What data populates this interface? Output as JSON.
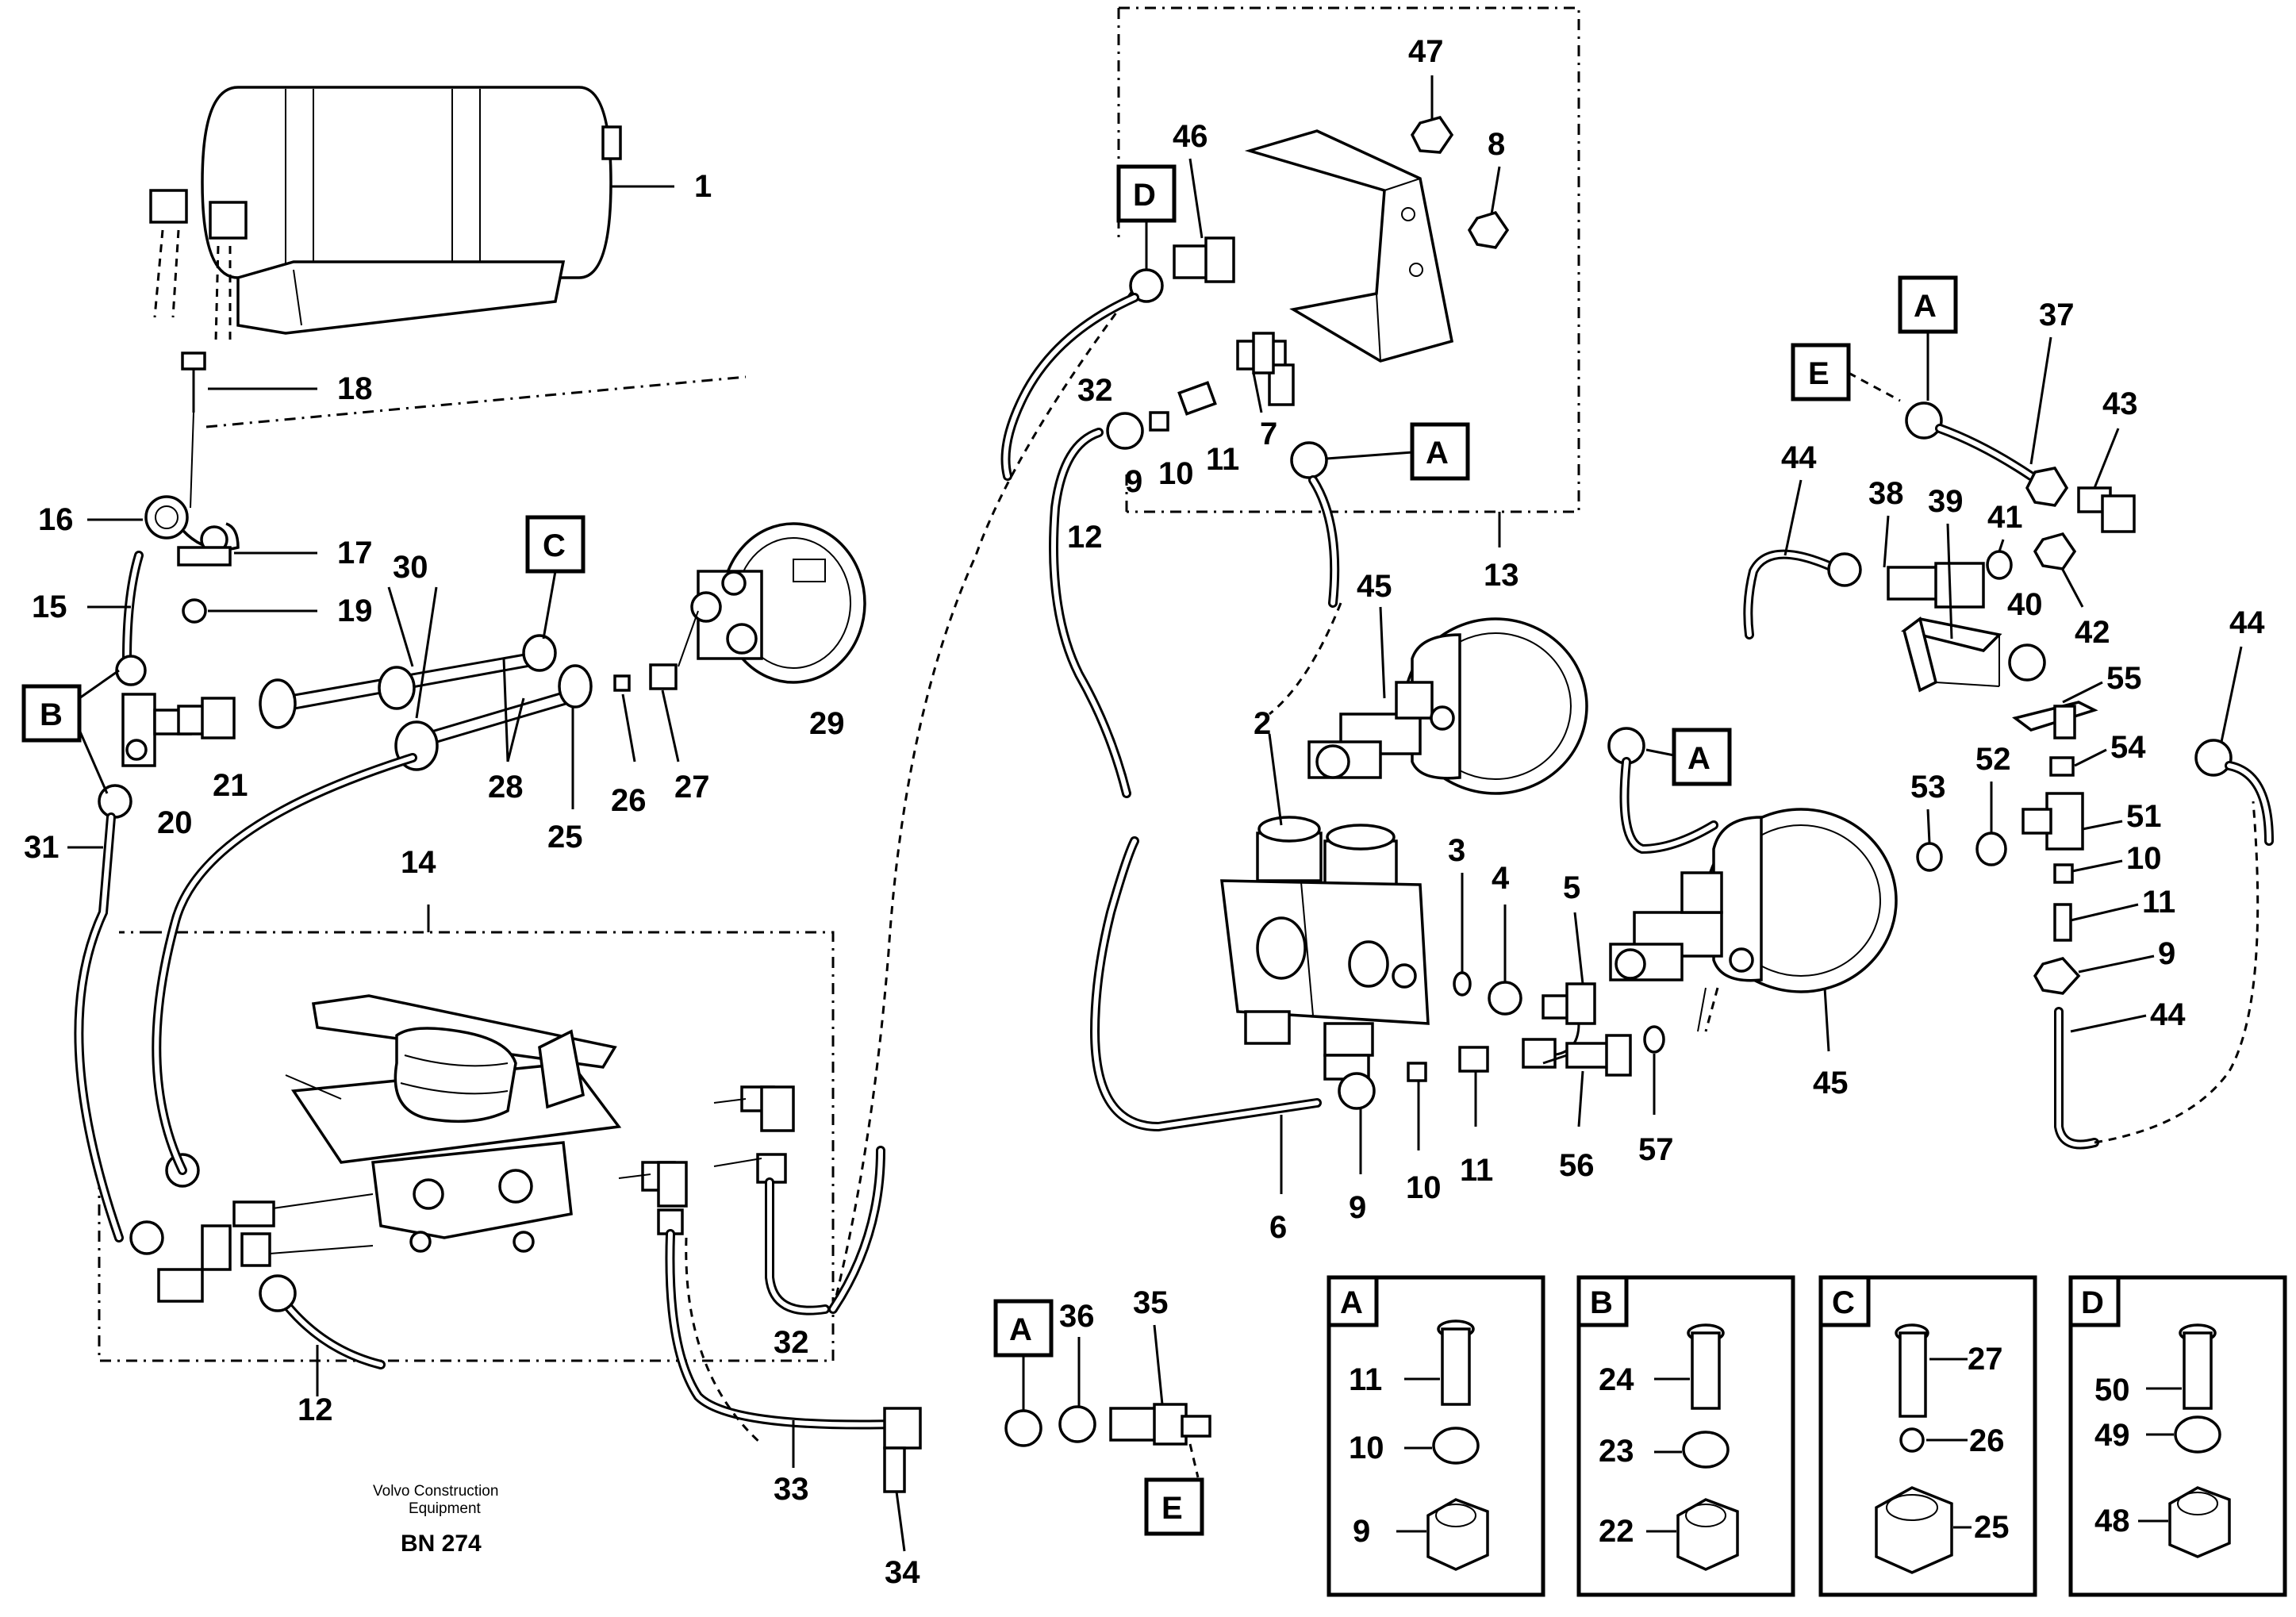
{
  "credit": {
    "line1": "Volvo Construction",
    "line2": "Equipment",
    "code": "BN 274"
  },
  "part_numbers": {
    "n1": "1",
    "n2": "2",
    "n3": "3",
    "n4": "4",
    "n5": "5",
    "n6": "6",
    "n7": "7",
    "n8": "8",
    "n9a": "9",
    "n9b": "9",
    "n9c": "9",
    "n10a": "10",
    "n10b": "10",
    "n10c": "10",
    "n11a": "11",
    "n11b": "11",
    "n11c": "11",
    "n12a": "12",
    "n12b": "12",
    "n13": "13",
    "n14": "14",
    "n15": "15",
    "n16": "16",
    "n17": "17",
    "n18": "18",
    "n19": "19",
    "n20": "20",
    "n21": "21",
    "n25": "25",
    "n26": "26",
    "n27": "27",
    "n28": "28",
    "n29": "29",
    "n30": "30",
    "n31": "31",
    "n32a": "32",
    "n32b": "32",
    "n33": "33",
    "n34": "34",
    "n35": "35",
    "n36": "36",
    "n37": "37",
    "n38": "38",
    "n39": "39",
    "n40": "40",
    "n41": "41",
    "n42": "42",
    "n43": "43",
    "n44a": "44",
    "n44b": "44",
    "n44c": "44",
    "n45a": "45",
    "n45b": "45",
    "n46": "46",
    "n47": "47",
    "n51": "51",
    "n52": "52",
    "n53": "53",
    "n54": "54",
    "n55": "55",
    "n56": "56",
    "n57": "57"
  },
  "reference_tags": {
    "tagA1": "A",
    "tagA2": "A",
    "tagA3": "A",
    "tagA4": "A",
    "tagA5": "A",
    "tagB": "B",
    "tagC": "C",
    "tagD": "D",
    "tagE1": "E",
    "tagE2": "E"
  },
  "detail_panels": [
    {
      "tag": "A",
      "upper": "11",
      "middle": "10",
      "lower": "9"
    },
    {
      "tag": "B",
      "upper": "24",
      "middle": "23",
      "lower": "22"
    },
    {
      "tag": "C",
      "upper": "27",
      "middle": "26",
      "lower": "25"
    },
    {
      "tag": "D",
      "upper": "50",
      "middle": "49",
      "lower": "48"
    }
  ]
}
